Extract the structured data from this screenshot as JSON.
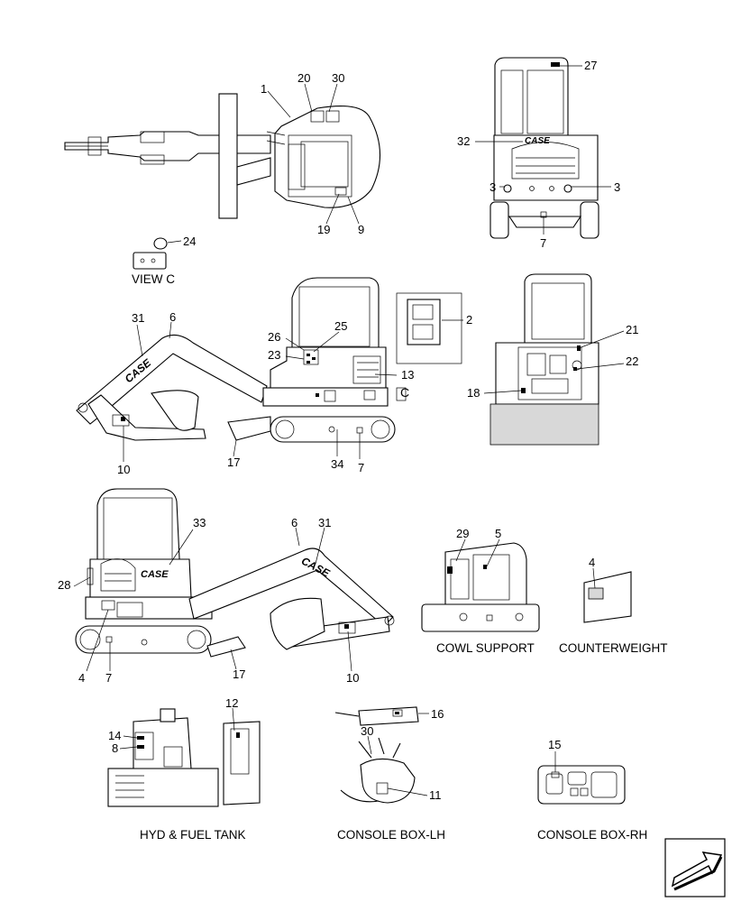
{
  "views": {
    "view_c": "VIEW C",
    "cowl_support": "COWL SUPPORT",
    "counterweight": "COUNTERWEIGHT",
    "hyd_fuel_tank": "HYD & FUEL TANK",
    "console_lh": "CONSOLE BOX-LH",
    "console_rh": "CONSOLE BOX-RH"
  },
  "view_reference": "C",
  "brand_marking": "CASE",
  "callouts": {
    "top": [
      "1",
      "20",
      "30",
      "19",
      "9"
    ],
    "view_c": [
      "24"
    ],
    "rear": [
      "27",
      "32",
      "3",
      "3",
      "7"
    ],
    "left_side": [
      "31",
      "6",
      "26",
      "25",
      "23",
      "2",
      "13",
      "10",
      "17",
      "34",
      "7"
    ],
    "rear_open": [
      "21",
      "22",
      "18"
    ],
    "right_side": [
      "33",
      "6",
      "31",
      "28",
      "4",
      "7",
      "17",
      "10"
    ],
    "cowl_support": [
      "29",
      "5"
    ],
    "counterweight": [
      "4"
    ],
    "hyd_fuel_tank": [
      "12",
      "14",
      "8"
    ],
    "console_lh": [
      "16",
      "30",
      "11"
    ],
    "console_rh": [
      "15"
    ]
  },
  "nav_icon": "next-page-arrow-icon"
}
